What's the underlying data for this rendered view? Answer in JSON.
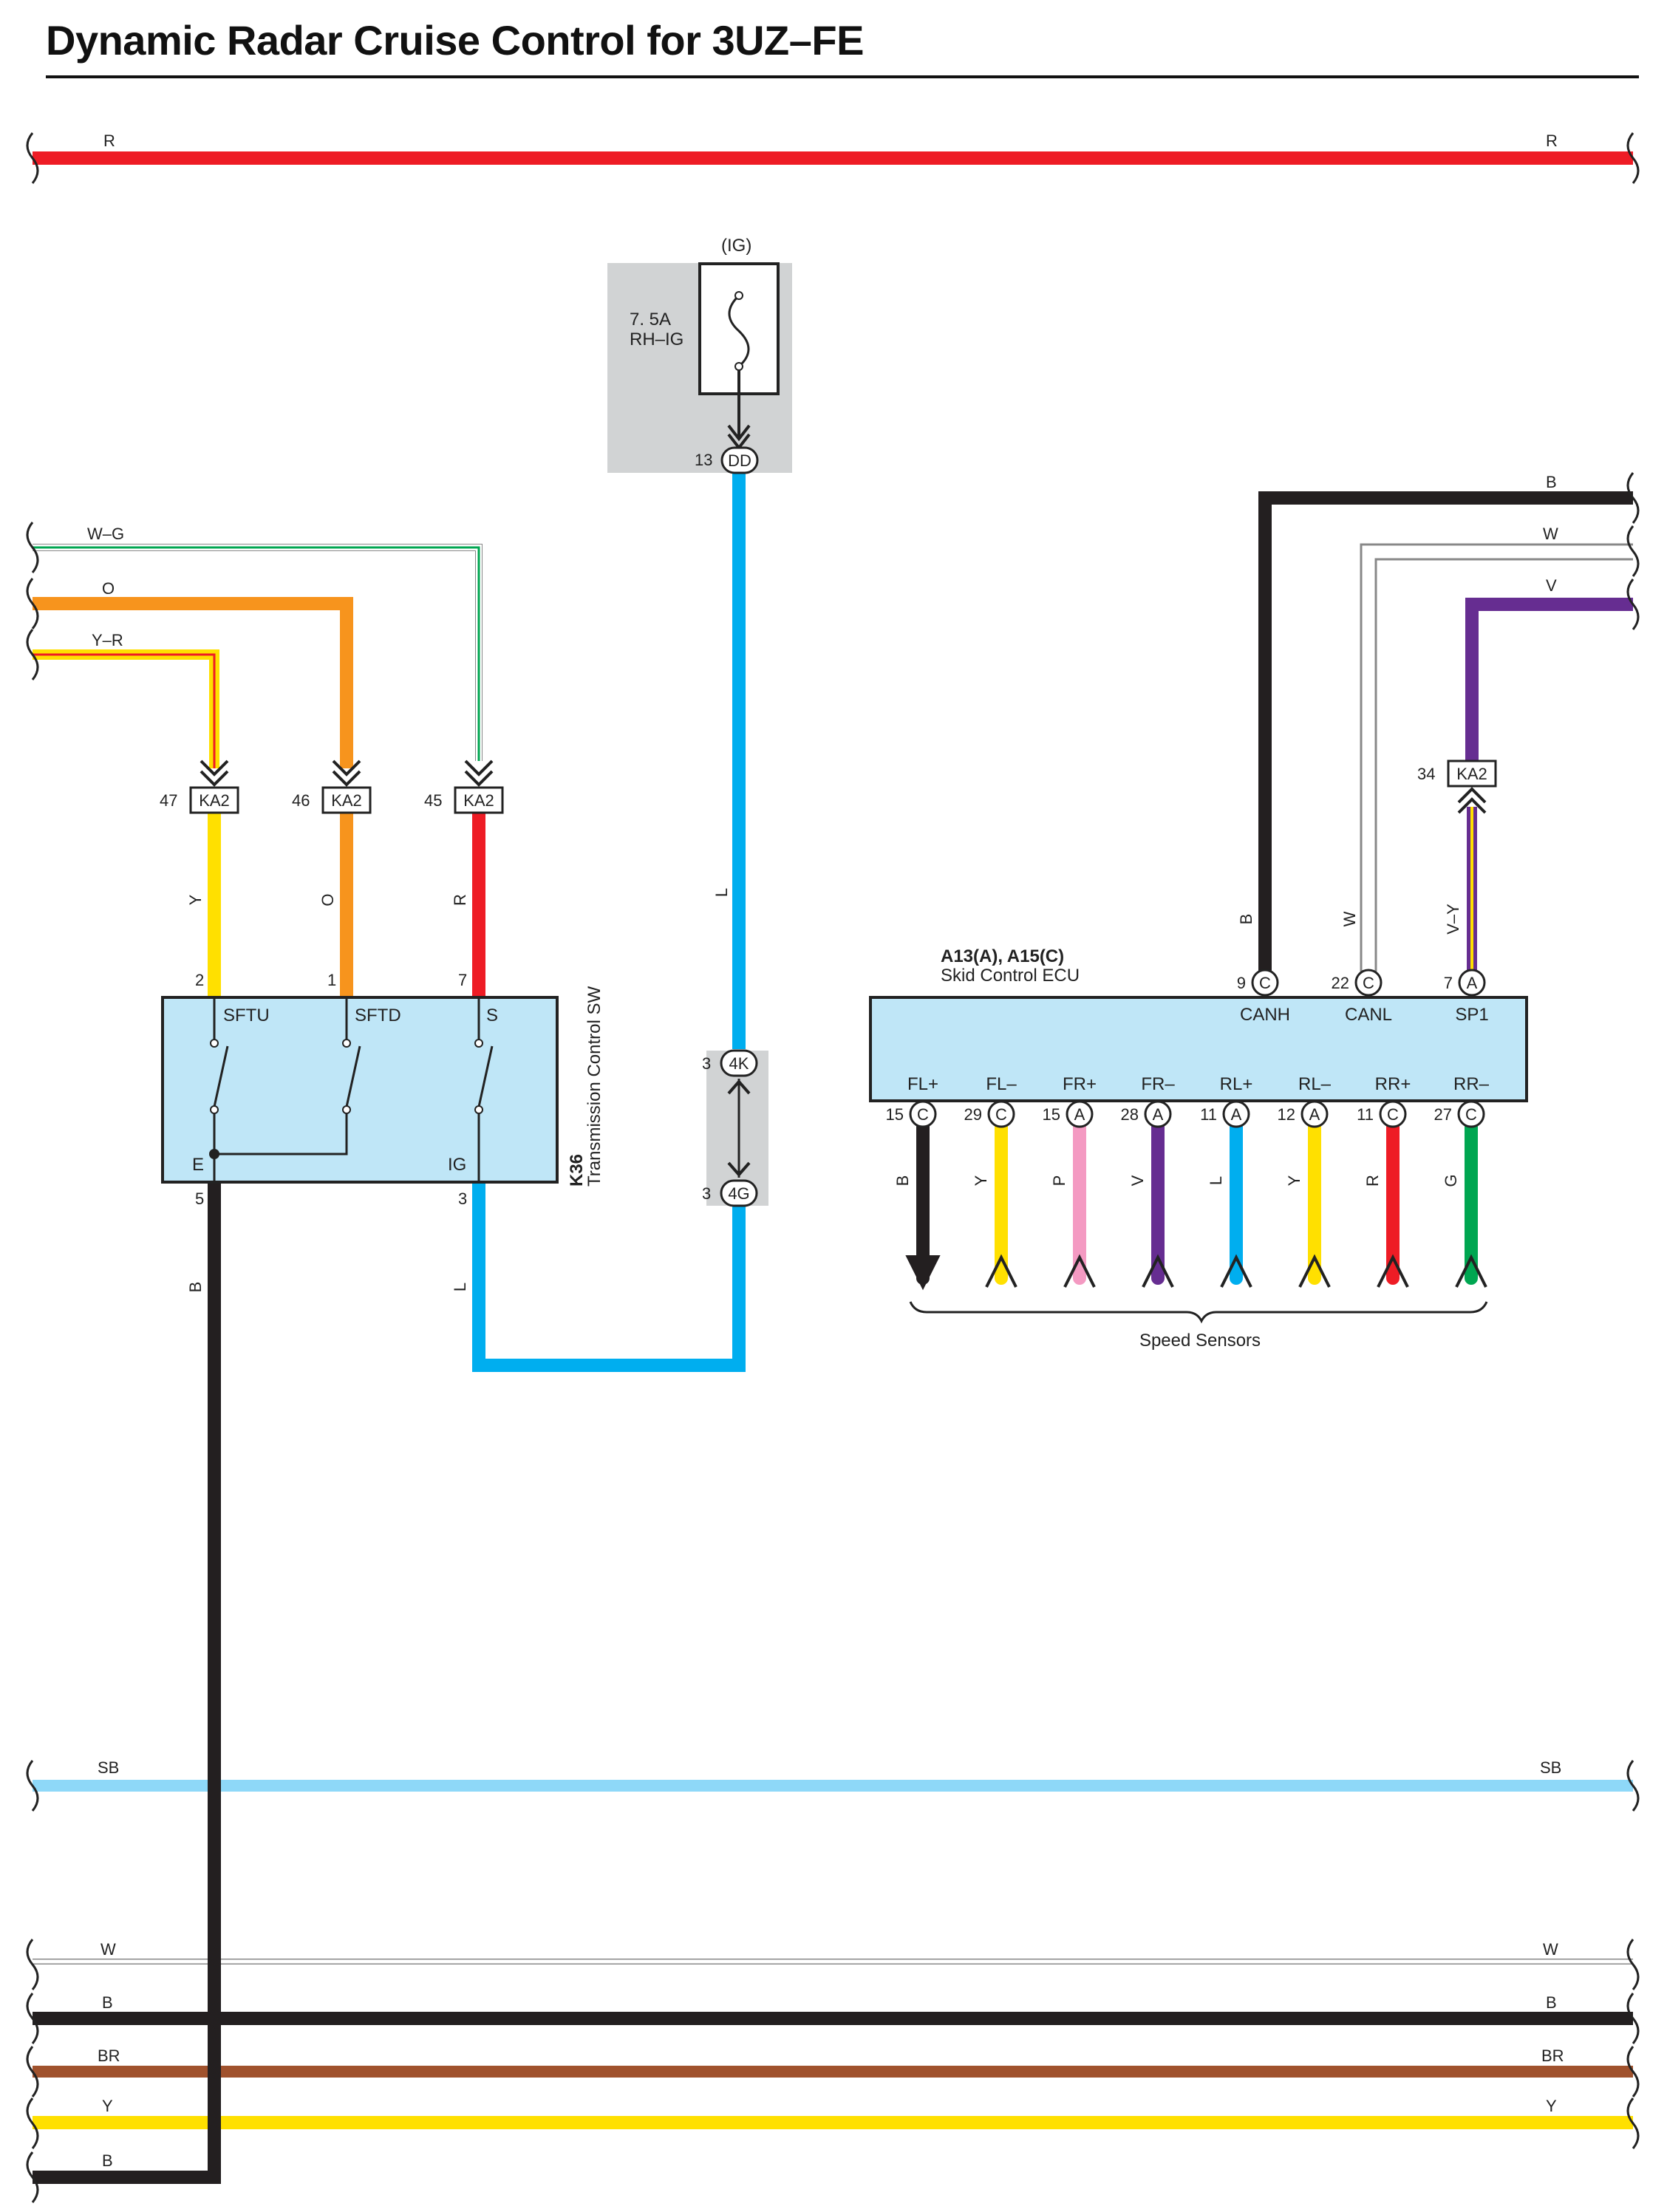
{
  "title": "Dynamic Radar Cruise Control for 3UZ–FE",
  "colors": {
    "R": "#ee1c25",
    "W": "#ffffff",
    "B": "#231f20",
    "O": "#f7941d",
    "Y": "#ffe000",
    "L": "#00aeef",
    "SB": "#8ed8f8",
    "V": "#662d91",
    "P": "#f49ac2",
    "G": "#00a651",
    "BR": "#a0522d",
    "WG_stripe": "#00a651",
    "ecu_fill": "#bfe6f7",
    "fuse_box_fill": "#d1d3d4"
  },
  "bus": {
    "r_left": "R",
    "r_right": "R",
    "sb_left": "SB",
    "sb_right": "SB",
    "w_left": "W",
    "w_right": "W",
    "b_left": "B",
    "b_right": "B",
    "br_left": "BR",
    "br_right": "BR",
    "y_left": "Y",
    "y_right": "Y",
    "b2_left": "B"
  },
  "fuse": {
    "source": "(IG)",
    "rating": "7. 5A",
    "name": "RH–IG",
    "pin": "13",
    "connector": "DD"
  },
  "left_inputs": {
    "wg": "W–G",
    "o": "O",
    "yr": "Y–R"
  },
  "ka2_left": [
    {
      "pin": "47",
      "connector": "KA2",
      "wire": "Y"
    },
    {
      "pin": "46",
      "connector": "KA2",
      "wire": "O"
    },
    {
      "pin": "45",
      "connector": "KA2",
      "wire": "R"
    }
  ],
  "trans_sw": {
    "id": "K36",
    "name": "Transmission Control SW",
    "top_pins": [
      {
        "pin": "2",
        "label": "SFTU"
      },
      {
        "pin": "1",
        "label": "SFTD"
      },
      {
        "pin": "7",
        "label": "S"
      }
    ],
    "e_label": "E",
    "e_pin": "5",
    "e_wire": "B",
    "ig_label": "IG",
    "ig_pin": "3",
    "ig_wire": "L"
  },
  "vertical_l": {
    "wire": "L",
    "j1_pin": "3",
    "j1_connector": "4K",
    "j2_pin": "3",
    "j2_connector": "4G"
  },
  "right_inputs": {
    "b": "B",
    "w": "W",
    "v": "V"
  },
  "ka2_right": {
    "pin": "34",
    "connector": "KA2",
    "wire": "V–Y"
  },
  "ecu": {
    "id": "A13(A), A15(C)",
    "name": "Skid Control ECU",
    "top_pins": [
      {
        "pin": "9",
        "connector": "C",
        "label": "CANH",
        "wire": "B"
      },
      {
        "pin": "22",
        "connector": "C",
        "label": "CANL",
        "wire": "W"
      },
      {
        "pin": "7",
        "connector": "A",
        "label": "SP1",
        "wire": "V–Y"
      }
    ],
    "bottom_pins": [
      {
        "pin": "15",
        "connector": "C",
        "label": "FL+",
        "wire": "B"
      },
      {
        "pin": "29",
        "connector": "C",
        "label": "FL–",
        "wire": "Y"
      },
      {
        "pin": "15",
        "connector": "A",
        "label": "FR+",
        "wire": "P"
      },
      {
        "pin": "28",
        "connector": "A",
        "label": "FR–",
        "wire": "V"
      },
      {
        "pin": "11",
        "connector": "A",
        "label": "RL+",
        "wire": "L"
      },
      {
        "pin": "12",
        "connector": "A",
        "label": "RL–",
        "wire": "Y"
      },
      {
        "pin": "11",
        "connector": "C",
        "label": "RR+",
        "wire": "R"
      },
      {
        "pin": "27",
        "connector": "C",
        "label": "RR–",
        "wire": "G"
      }
    ],
    "speed_sensors": "Speed Sensors"
  }
}
